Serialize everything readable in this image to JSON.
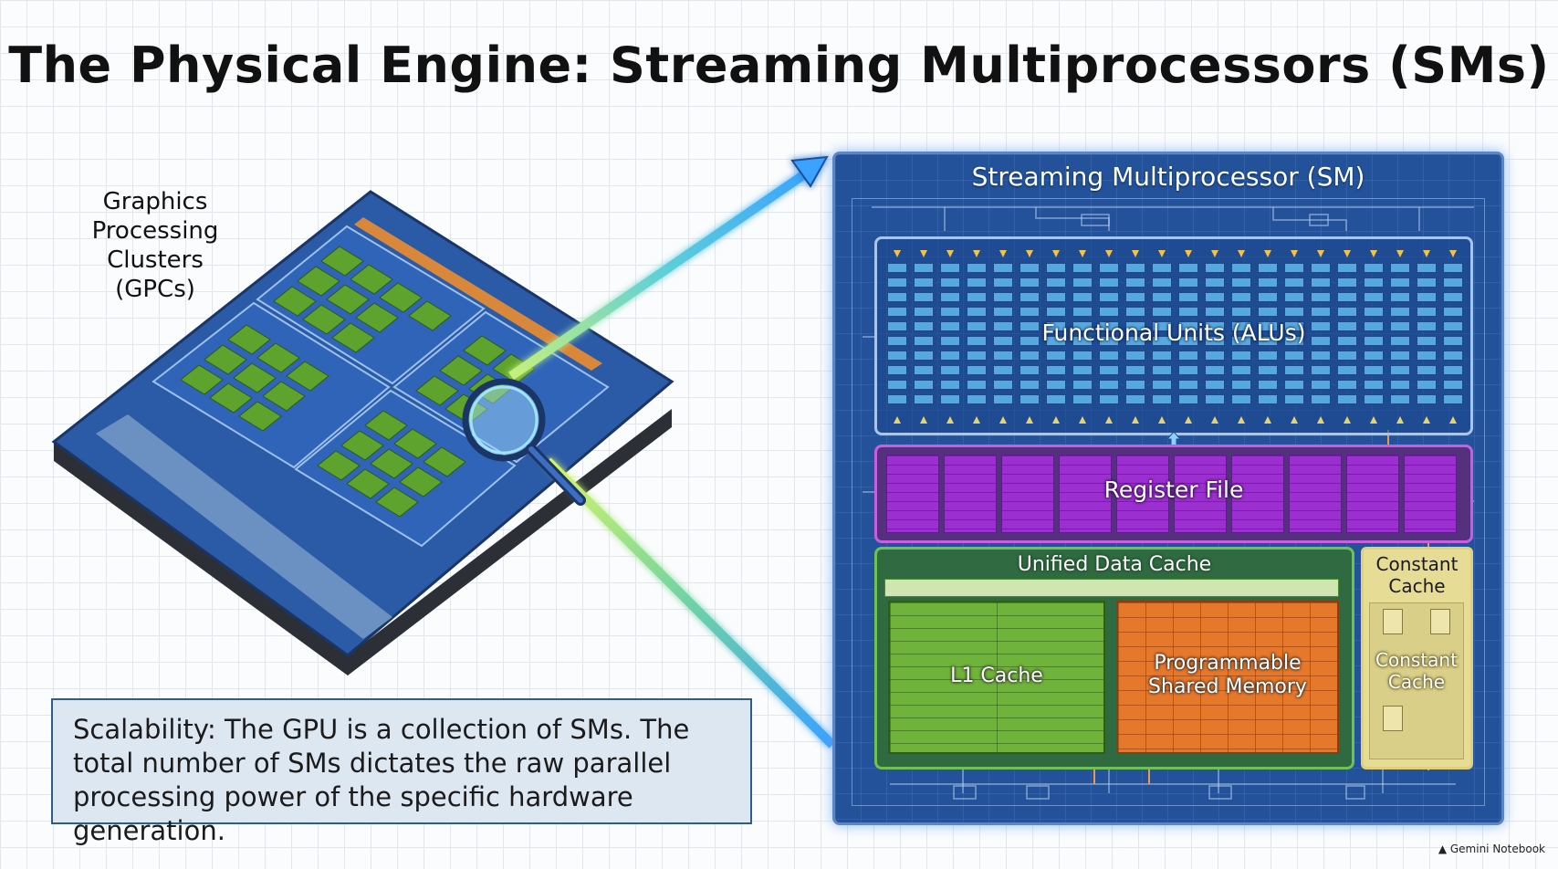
{
  "title": "The Physical Engine: Streaming Multiprocessors (SMs)",
  "gpc_label_lines": [
    "Graphics",
    "Processing",
    "Clusters",
    "(GPCs)"
  ],
  "scalability_text": "Scalability: The GPU is a collection of SMs. The total number of SMs dictates the raw parallel processing power of the specific hardware generation.",
  "sm": {
    "title": "Streaming Multiprocessor (SM)",
    "functional_units": "Functional Units (ALUs)",
    "register_file": "Register File",
    "unified_data_cache": "Unified Data Cache",
    "l1_cache": "L1 Cache",
    "shared_memory_line1": "Programmable",
    "shared_memory_line2": "Shared Memory",
    "constant_cache_header_line1": "Constant",
    "constant_cache_header_line2": "Cache",
    "constant_cache_label_line1": "Constant",
    "constant_cache_label_line2": "Cache"
  },
  "branding": "Gemini Notebook",
  "colors": {
    "sm_panel": "#23529a",
    "alu_units": "#56a9e0",
    "register_file": "#9c2fd0",
    "unified_cache": "#2f6a40",
    "l1_cache": "#6fb33a",
    "shared_memory": "#e6782c",
    "constant_cache": "#e7dc96",
    "gpc_cores": "#5ea32e",
    "arrow_glow_top": "#44b6ff",
    "arrow_glow_bottom": "#b6f05a"
  },
  "icons": [
    "magnifier-icon",
    "gpu-chip-illustration",
    "document-icon",
    "gemini-logo-icon"
  ]
}
